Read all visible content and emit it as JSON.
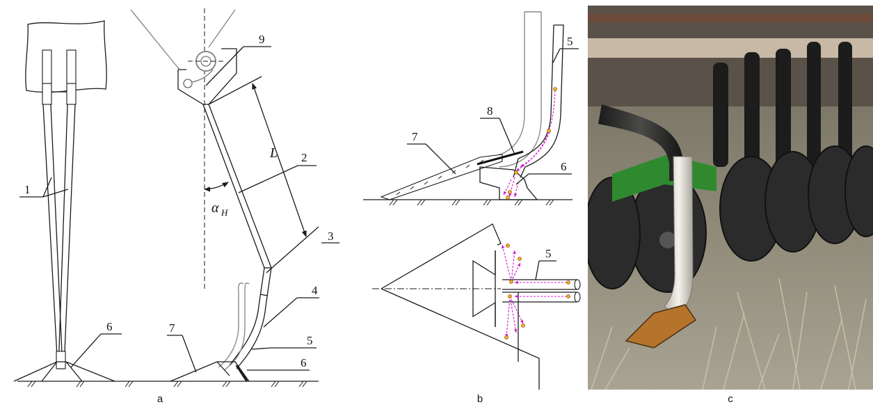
{
  "panels": [
    {
      "id": "a",
      "caption": "a"
    },
    {
      "id": "b",
      "caption": "b"
    },
    {
      "id": "c",
      "caption": "c"
    }
  ],
  "labels_a": {
    "n1": "1",
    "n2": "2",
    "n3": "3",
    "n4": "4",
    "n5": "5",
    "n6_left": "6",
    "n6_right": "6",
    "n7": "7",
    "n9": "9",
    "length_symbol": "L",
    "angle_symbol": "α",
    "angle_subscript": "H"
  },
  "labels_b": {
    "n5_top": "5",
    "n6": "6",
    "n7": "7",
    "n8": "8",
    "n5_bottom": "5"
  },
  "colors": {
    "line": "#1a1a1a",
    "flow_arrows": "#d417d4",
    "seed_dots": "#f2b31c",
    "photo_tube": "#e8e6df",
    "photo_green": "#2f8a2f",
    "photo_disc": "#2b2b2b"
  }
}
